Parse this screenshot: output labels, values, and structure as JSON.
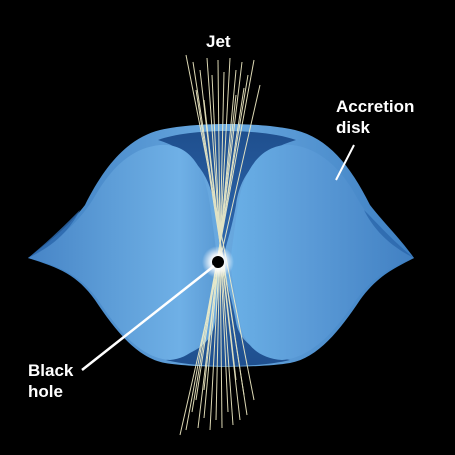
{
  "labels": {
    "jet": "Jet",
    "accretion_line1": "Accretion",
    "accretion_line2": "disk",
    "black_hole_line1": "Black",
    "black_hole_line2": "hole"
  },
  "colors": {
    "background": "#000000",
    "disk_light": "#6aa9de",
    "disk_mid": "#4a8ccc",
    "disk_dark": "#2a63a8",
    "jet_lines": "#f4f0c8",
    "label_text": "#ffffff"
  }
}
